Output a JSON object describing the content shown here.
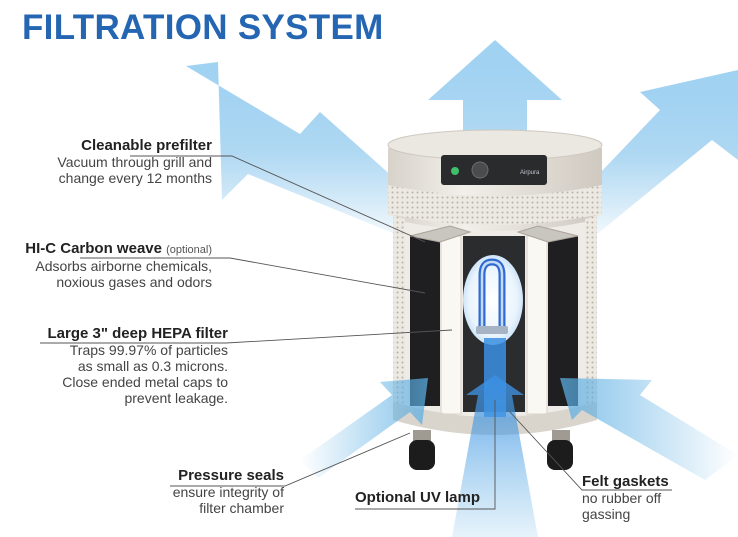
{
  "title": "FILTRATION SYSTEM",
  "brand": "Airpura",
  "colors": {
    "title": "#2566b3",
    "airflow": "#5aaee3",
    "uv": "#3b8fe3"
  },
  "callouts": [
    {
      "id": "prefilter",
      "heading": "Cleanable prefilter",
      "note": "",
      "lines": [
        "Vacuum through grill and",
        "change every 12 months"
      ]
    },
    {
      "id": "carbon",
      "heading": "HI-C Carbon weave",
      "note": "(optional)",
      "lines": [
        "Adsorbs airborne chemicals,",
        "noxious gases and odors"
      ]
    },
    {
      "id": "hepa",
      "heading": "Large 3\" deep HEPA filter",
      "note": "",
      "lines": [
        "Traps 99.97% of particles",
        "as small as 0.3 microns.",
        "Close ended metal caps to",
        "prevent leakage."
      ]
    },
    {
      "id": "seals",
      "heading": "Pressure seals",
      "note": "",
      "lines": [
        "ensure integrity of",
        "filter chamber"
      ]
    },
    {
      "id": "uv",
      "heading": "Optional UV lamp",
      "note": "",
      "lines": []
    },
    {
      "id": "gaskets",
      "heading": "Felt gaskets",
      "note": "",
      "lines": [
        "no rubber off",
        "gassing"
      ]
    }
  ]
}
